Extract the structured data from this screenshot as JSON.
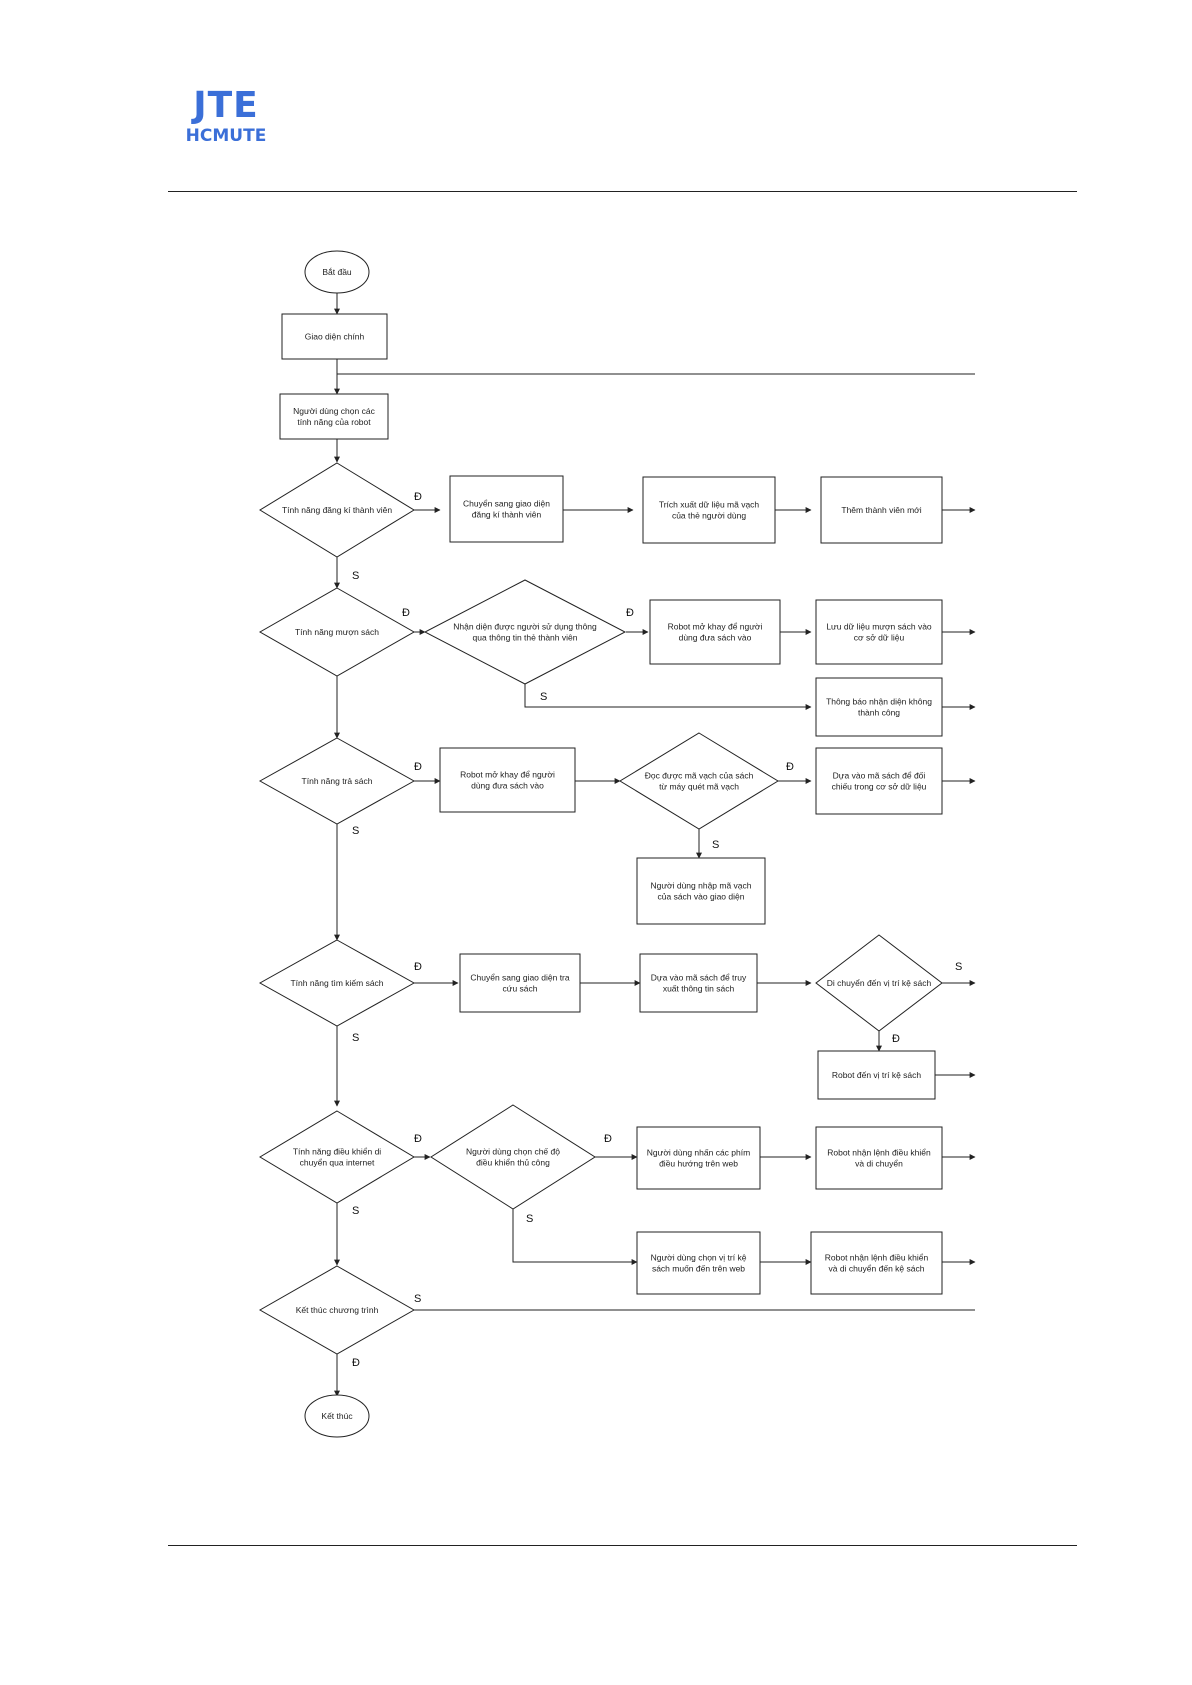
{
  "header": {
    "logo_line1": "JTE",
    "logo_line2": "HCMUTE"
  },
  "colors": {
    "logo": "#3b6fd8",
    "stroke": "#222222"
  },
  "flowchart": {
    "yes_label": "Đ",
    "no_label": "S",
    "nodes": {
      "start": "Bắt đầu",
      "home": "Giao diện chính",
      "select": [
        "Người dùng chọn các",
        "tính năng của robot"
      ],
      "d_member": "Tính năng đăng kí thành viên",
      "reg_ui": [
        "Chuyển sang giao diện",
        "đăng kí thành viên"
      ],
      "extract": [
        "Trích xuất dữ liệu mã vạch",
        "của thẻ người dùng"
      ],
      "member_ok": "Thêm thành viên mới",
      "d_borrow": "Tính năng mượn sách",
      "d_card": [
        "Nhận diện được người sử dụng thông",
        "qua thông tin thẻ thành viên"
      ],
      "open_door1": [
        "Robot mở khay để người",
        "dùng đưa sách vào"
      ],
      "save_borrow": [
        "Lưu dữ liệu mượn sách vào",
        "cơ sở dữ liệu"
      ],
      "notify_fail": [
        "Thông báo nhận diện không",
        "thành công"
      ],
      "d_return": "Tính năng trả sách",
      "open_door2": [
        "Robot mở khay để người",
        "dùng đưa sách vào"
      ],
      "d_barcode": [
        "Đọc được mã vạch của sách",
        "từ máy quét mã vạch"
      ],
      "lookup_db": [
        "Dựa vào mã sách để đối",
        "chiếu trong cơ sở dữ liệu"
      ],
      "manual_code": [
        "Người dùng nhập mã vạch",
        "của sách vào giao diện"
      ],
      "d_find": "Tính năng tìm kiếm sách",
      "search_ui": [
        "Chuyển sang giao diện tra",
        "cứu sách"
      ],
      "lookup_info": [
        "Dựa vào mã sách để truy",
        "xuất thông tin sách"
      ],
      "d_goto": "Di chuyển đến vị trí kệ sách",
      "robot_move": "Robot đến vị trí kệ sách",
      "d_remote": [
        "Tính năng điều khiển di",
        "chuyển qua internet"
      ],
      "d_manual": [
        "Người dùng chọn chế độ",
        "điều khiển thủ công"
      ],
      "press_keys": [
        "Người dùng nhấn các phím",
        "điều hướng trên web"
      ],
      "robot_cmd": [
        "Robot nhận lệnh điều khiển",
        "và di chuyển"
      ],
      "choose_shelf": [
        "Người dùng chọn vị trí kệ",
        "sách muốn đến trên web"
      ],
      "robot_go": [
        "Robot nhận lệnh điều khiển",
        "và di chuyển đến kệ sách"
      ],
      "d_end": "Kết thúc chương trình",
      "end": "Kết thúc"
    }
  }
}
